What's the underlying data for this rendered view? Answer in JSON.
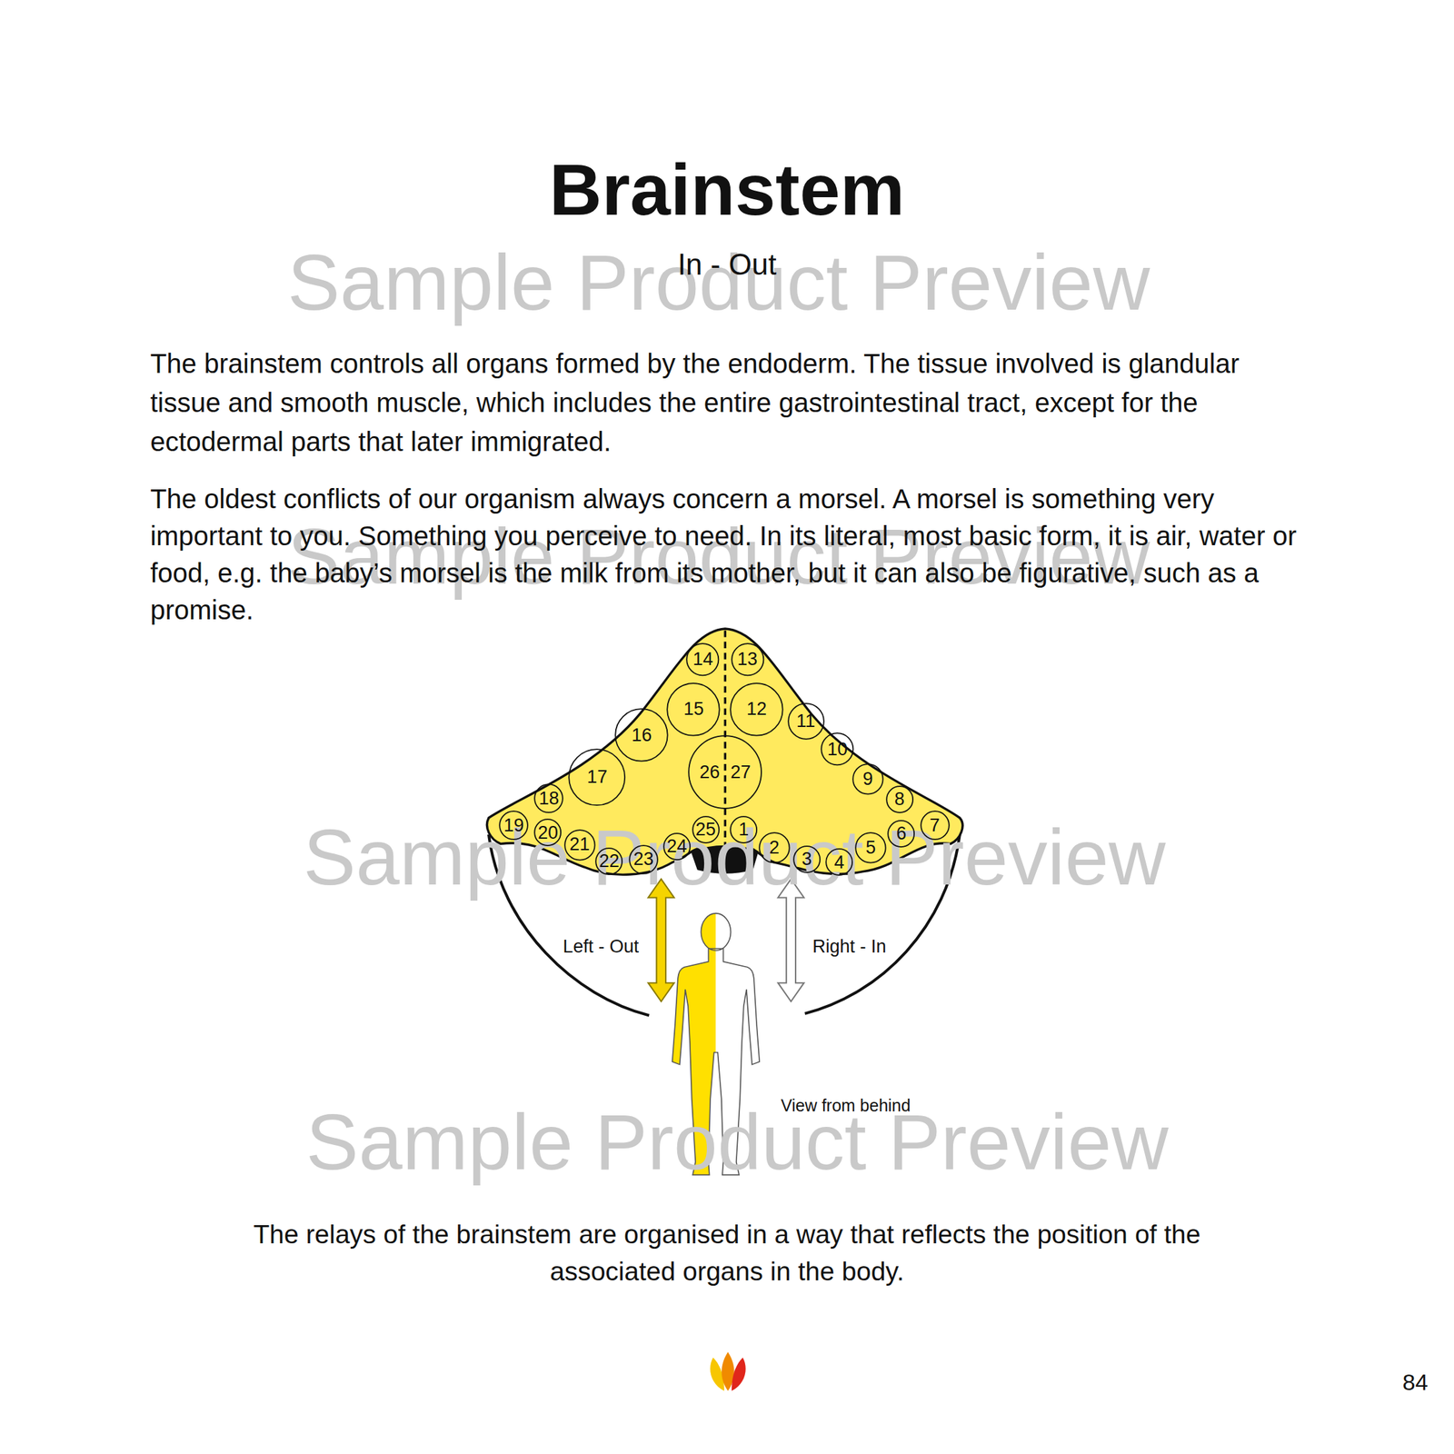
{
  "diagram": {
    "title": "Brainstem",
    "caption": "The relays of the brainstem are organised in a way that reflects the position of the associated organs in the body.",
    "nodes": [
      {
        "text": [
          "1"
        ]
      },
      {
        "text": [
          "2"
        ]
      },
      {
        "text": [
          "3"
        ]
      },
      {
        "text": [
          "4"
        ]
      },
      {
        "text": [
          "5"
        ]
      },
      {
        "text": [
          "6"
        ]
      },
      {
        "text": [
          "7"
        ]
      },
      {
        "text": [
          "8"
        ]
      },
      {
        "text": [
          "9"
        ]
      },
      {
        "text": [
          "10"
        ]
      },
      {
        "text": [
          "11"
        ]
      },
      {
        "text": [
          "12"
        ]
      },
      {
        "text": [
          "13"
        ]
      },
      {
        "text": [
          "14"
        ]
      },
      {
        "text": [
          "15"
        ]
      },
      {
        "text": [
          "16"
        ]
      },
      {
        "text": [
          "17"
        ]
      },
      {
        "text": [
          "18"
        ]
      },
      {
        "text": [
          "19"
        ]
      },
      {
        "text": [
          "20"
        ]
      },
      {
        "text": [
          "21"
        ]
      },
      {
        "text": [
          "22"
        ]
      },
      {
        "text": [
          "23"
        ]
      },
      {
        "text": [
          "24"
        ]
      },
      {
        "text": [
          "25"
        ]
      },
      {
        "text": [
          "26",
          "27"
        ]
      }
    ],
    "labels": [
      "In - Out",
      "The brainstem controls all organs formed by the endoderm. The tissue involved is glandular tissue and smooth muscle, which includes the entire gastrointestinal tract, except for the ectodermal parts that later immigrated.",
      "The oldest conflicts of our organism always concern a morsel. A morsel is something very important to you. Something you perceive to need. In its literal, most basic form, it is air, water or food, e.g. the baby’s morsel is the milk from its mother, but it can also be figurative, such as a promise.",
      "Left - Out",
      "Right - In",
      "View from behind",
      "84",
      "Sample Product Preview",
      "Sample Product Preview",
      "Sample Product Preview",
      "Sample Product Preview"
    ]
  }
}
